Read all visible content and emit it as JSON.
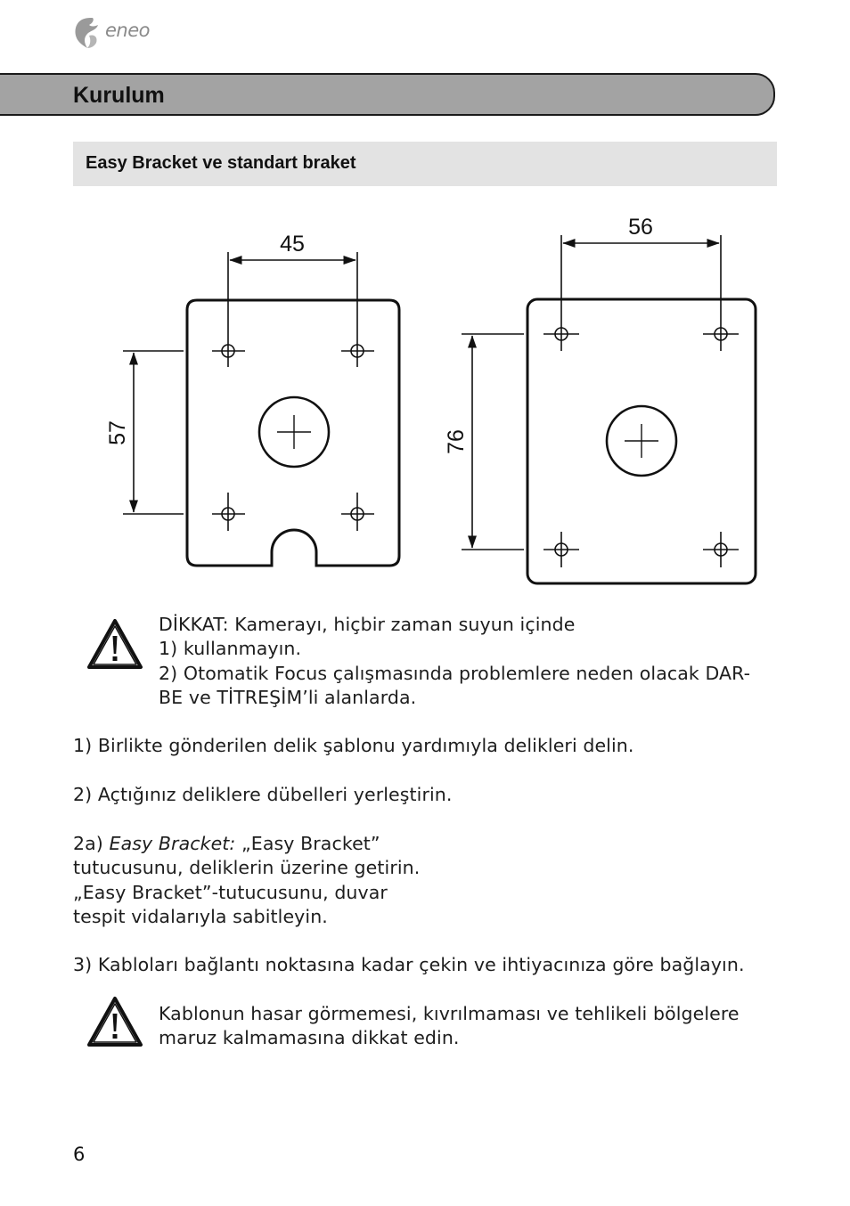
{
  "header": {
    "brand": "eneo",
    "section_title": "Kurulum",
    "subsection_title": "Easy Bracket ve standart braket"
  },
  "diagram": {
    "left_bracket": {
      "width_dim": "45",
      "height_dim": "57"
    },
    "right_bracket": {
      "width_dim": "56",
      "height_dim": "76"
    }
  },
  "warning1": {
    "line1": "DİKKAT: Kamerayı, hiçbir zaman suyun içinde",
    "line2": "1) kullanmayın.",
    "line3": "2) Otomatik Focus çalışmasında problemlere neden olacak DAR-",
    "line4": "BE ve TİTREŞİM’li alanlarda."
  },
  "steps": {
    "step1": "1) Birlikte gönderilen delik şablonu yardımıyla delikleri delin.",
    "step2": "2) Açtığınız deliklere dübelleri yerleştirin.",
    "step2a_prefix": "2a) ",
    "step2a_italic": "Easy Bracket:",
    "step2a_rest": " „Easy Bracket”",
    "step2a_line2": "tutucusunu, deliklerin üzerine getirin.",
    "step2a_line3": "„Easy Bracket”-tutucusunu, duvar",
    "step2a_line4": "tespit vidalarıyla sabitleyin.",
    "step3": "3) Kabloları bağlantı noktasına kadar çekin ve ihtiyacınıza göre bağlayın."
  },
  "warning2": {
    "line1": "Kablonun hasar görmemesi, kıvrılmaması ve tehlikeli bölgelere",
    "line2": "maruz kalmamasına dikkat edin."
  },
  "footer": {
    "page_number": "6"
  }
}
